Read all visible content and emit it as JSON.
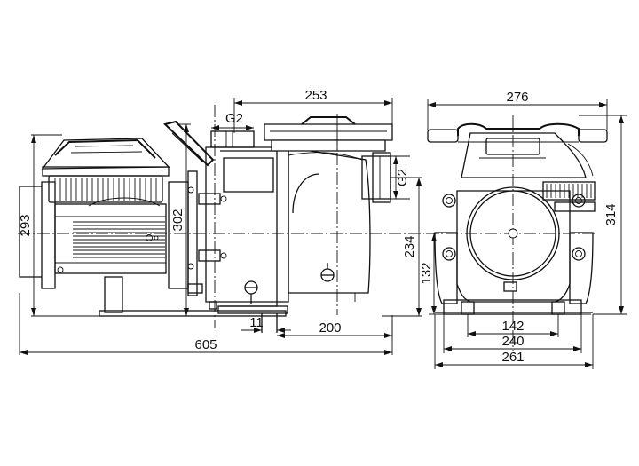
{
  "dimensions": {
    "overall_length": "605",
    "motor_height": "293",
    "pump_height": "302",
    "inlet_center_height": "234",
    "strainer_length": "253",
    "inlet_thread_top": "G2",
    "outlet_thread_side": "G2",
    "base_offset": "11",
    "base_length": "200",
    "overall_width": "276",
    "overall_height": "314",
    "shaft_height": "132",
    "foot_inner_width": "142",
    "foot_outer_width": "240",
    "body_width": "261"
  }
}
